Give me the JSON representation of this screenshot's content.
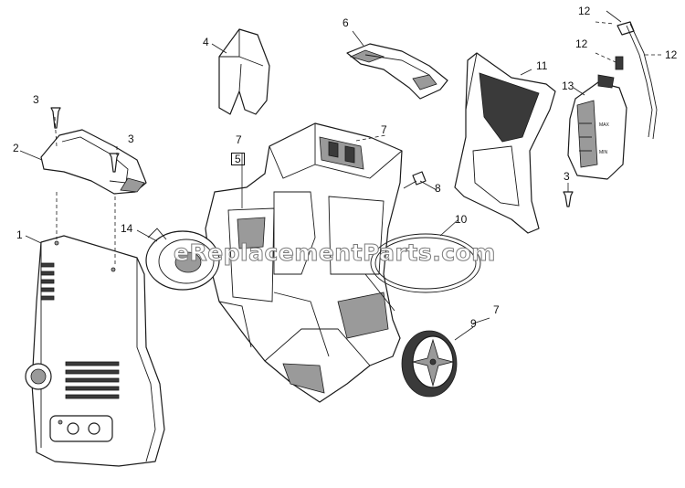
{
  "watermark": "eReplacementParts.com",
  "callouts": {
    "c1": "1",
    "c2": "2",
    "c3a": "3",
    "c3b": "3",
    "c3c": "3",
    "c4": "4",
    "c5": "5",
    "c6": "6",
    "c7a": "7",
    "c7b": "7",
    "c7c": "7",
    "c8": "8",
    "c9": "9",
    "c10": "10",
    "c11": "11",
    "c12a": "12",
    "c12b": "12",
    "c12c": "12",
    "c13": "13",
    "c14": "14"
  },
  "decanter_marks": [
    "MAX",
    "MIN"
  ]
}
